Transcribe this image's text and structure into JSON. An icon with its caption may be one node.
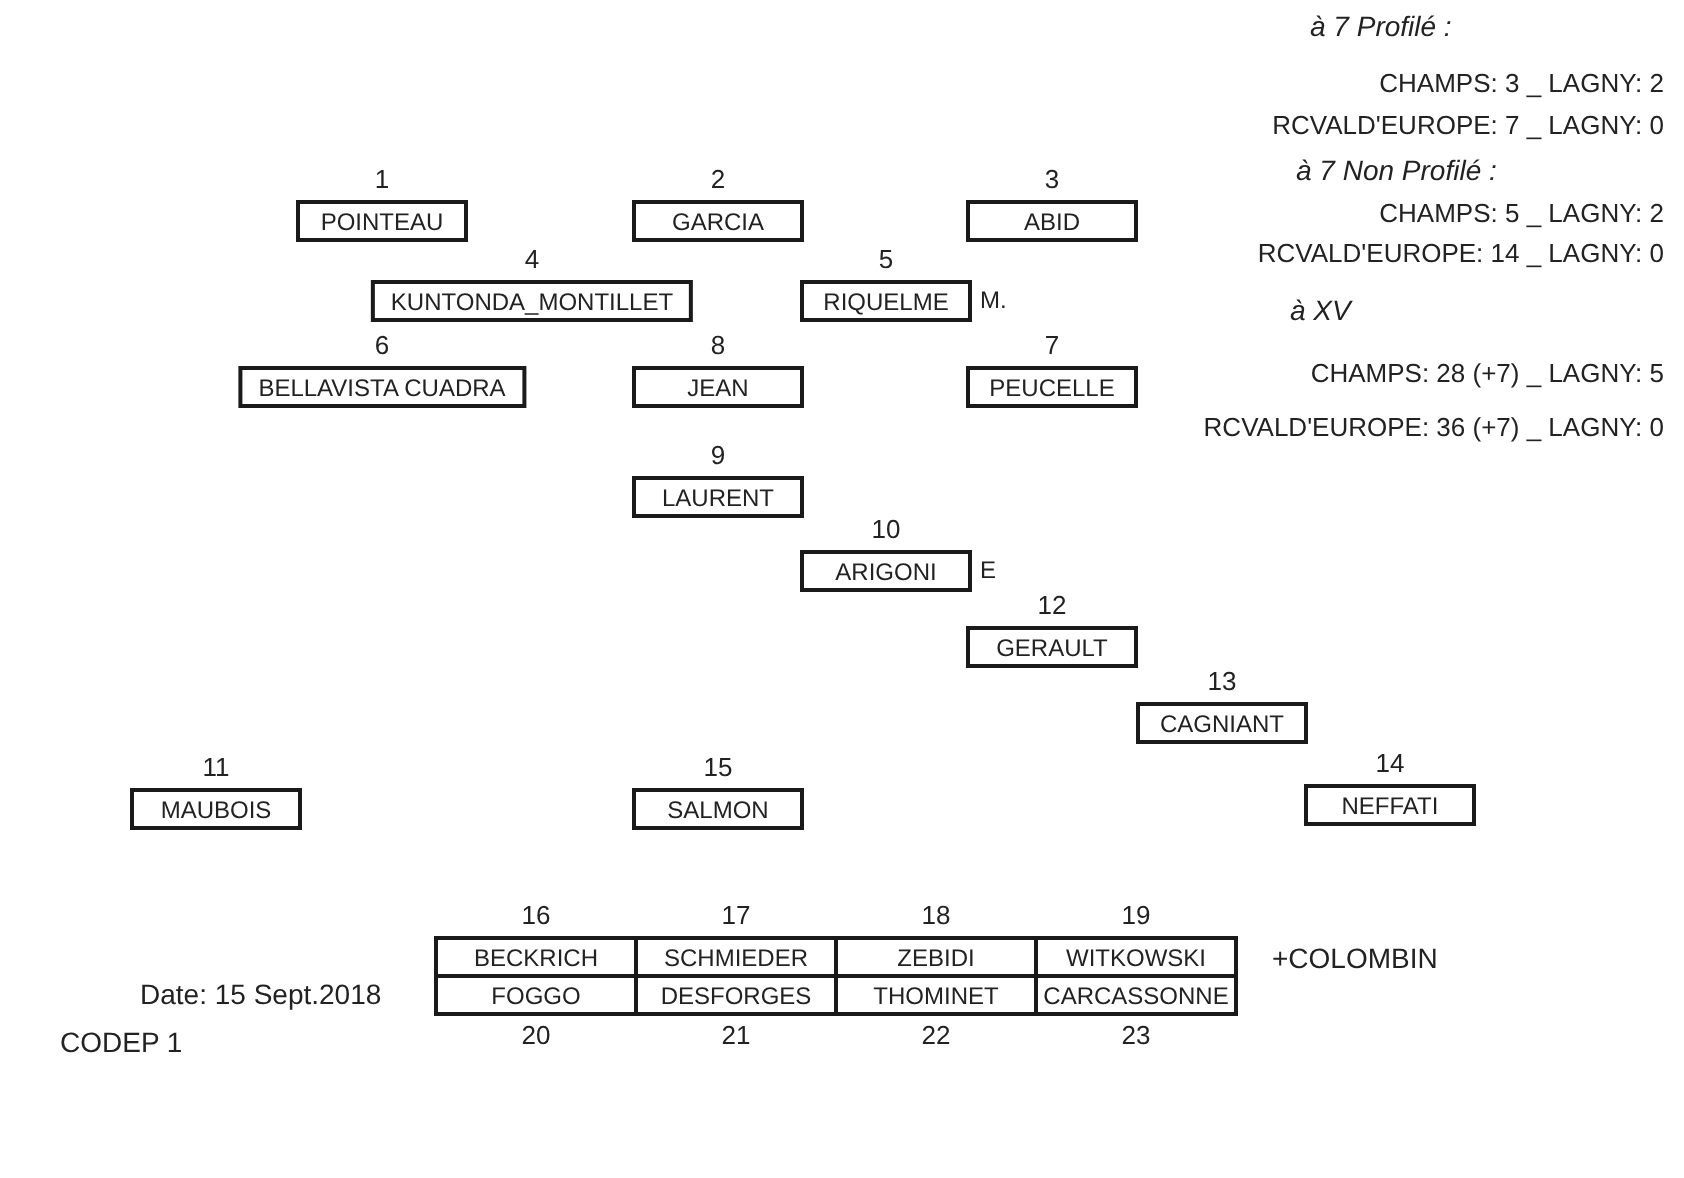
{
  "diagram": {
    "nodes": [
      {
        "text": [
          "1",
          "POINTEAU"
        ]
      },
      {
        "text": [
          "2",
          "GARCIA"
        ]
      },
      {
        "text": [
          "3",
          "ABID"
        ]
      },
      {
        "text": [
          "4",
          "KUNTONDA_MONTILLET"
        ]
      },
      {
        "text": [
          "5",
          "RIQUELME"
        ],
        "beside": [
          "M."
        ]
      },
      {
        "text": [
          "6",
          "BELLAVISTA CUADRA"
        ]
      },
      {
        "text": [
          "8",
          "JEAN"
        ]
      },
      {
        "text": [
          "7",
          "PEUCELLE"
        ]
      },
      {
        "text": [
          "9",
          "LAURENT"
        ]
      },
      {
        "text": [
          "10",
          "ARIGONI"
        ],
        "beside": [
          "E"
        ]
      },
      {
        "text": [
          "12",
          "GERAULT"
        ]
      },
      {
        "text": [
          "13",
          "CAGNIANT"
        ]
      },
      {
        "text": [
          "11",
          "MAUBOIS"
        ]
      },
      {
        "text": [
          "15",
          "SALMON"
        ]
      },
      {
        "text": [
          "14",
          "NEFFATI"
        ]
      },
      {
        "text": [
          "16",
          "BECKRICH"
        ]
      },
      {
        "text": [
          "17",
          "SCHMIEDER"
        ]
      },
      {
        "text": [
          "18",
          "ZEBIDI"
        ]
      },
      {
        "text": [
          "19",
          "WITKOWSKI"
        ]
      },
      {
        "text": [
          "FOGGO",
          "20"
        ]
      },
      {
        "text": [
          "DESFORGES",
          "21"
        ]
      },
      {
        "text": [
          "THOMINET",
          "22"
        ]
      },
      {
        "text": [
          "CARCASSONNE",
          "23"
        ]
      }
    ],
    "labels": [
      "à 7 Profilé :",
      "CHAMPS: 3 _ LAGNY: 2",
      "RCVALD'EUROPE: 7 _ LAGNY: 0",
      "à 7 Non Profilé :",
      "CHAMPS: 5 _ LAGNY: 2",
      "RCVALD'EUROPE: 14 _ LAGNY: 0",
      "à XV",
      "CHAMPS: 28 (+7) _ LAGNY: 5",
      "RCVALD'EUROPE: 36 (+7) _ LAGNY: 0",
      "+COLOMBIN",
      "Date: 15 Sept.2018",
      "CODEP 1"
    ]
  }
}
